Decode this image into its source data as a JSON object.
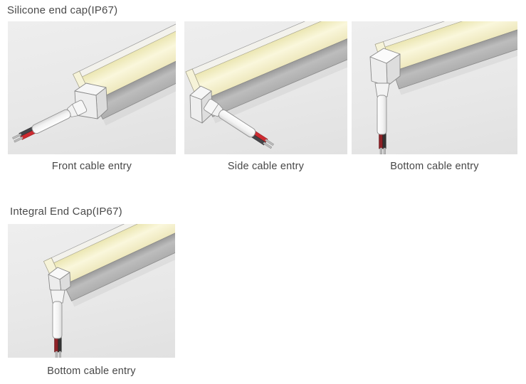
{
  "sections": [
    {
      "title": "Silicone end cap(IP67)",
      "panels": [
        {
          "caption": "Front cable entry"
        },
        {
          "caption": "Side cable entry"
        },
        {
          "caption": "Bottom cable entry"
        }
      ]
    },
    {
      "title": "Integral End Cap(IP67)",
      "panels": [
        {
          "caption": "Bottom cable entry"
        }
      ]
    }
  ],
  "colors": {
    "page_background": "#ffffff",
    "panel_background": "#e9e9e9",
    "strip_lens_cream": "#f7f3d0",
    "strip_body_gray": "#b5b5b5",
    "end_cap_white": "#ededed",
    "cable_white": "#f6f6f6",
    "wire_red": "#c1272d",
    "wire_black": "#3a3a3a",
    "wire_tip_metal": "#bbbbbb",
    "text": "#4a4a4a"
  }
}
